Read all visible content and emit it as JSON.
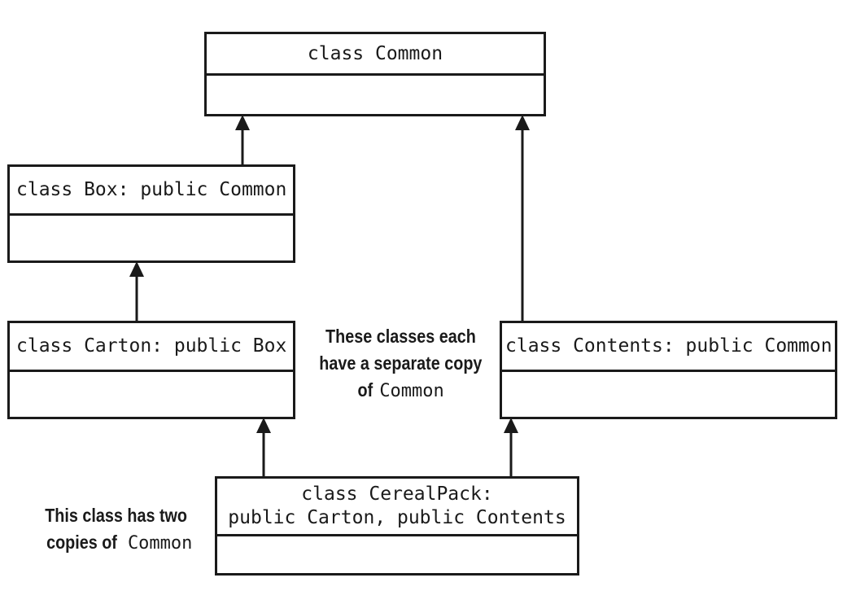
{
  "diagram": {
    "classes": {
      "common": {
        "name_lines": [
          "class Common"
        ]
      },
      "box": {
        "name_lines": [
          "class Box: public Common"
        ]
      },
      "carton": {
        "name_lines": [
          "class Carton: public Box"
        ]
      },
      "contents": {
        "name_lines": [
          "class Contents: public Common"
        ]
      },
      "cereal": {
        "name_lines": [
          "class CerealPack:",
          "public Carton, public Contents"
        ]
      }
    },
    "notes": {
      "separate_copy": {
        "line1": "These classes each",
        "line2": "have a separate copy",
        "line3_prefix": "of",
        "line3_code": "Common"
      },
      "two_copies": {
        "line1": "This class has two",
        "line2_prefix": "copies of",
        "line2_code": "Common"
      }
    },
    "arrows": [
      {
        "from": "box",
        "to": "common"
      },
      {
        "from": "carton",
        "to": "box"
      },
      {
        "from": "contents",
        "to": "common"
      },
      {
        "from": "cereal",
        "to": "carton"
      },
      {
        "from": "cereal",
        "to": "contents"
      }
    ]
  }
}
